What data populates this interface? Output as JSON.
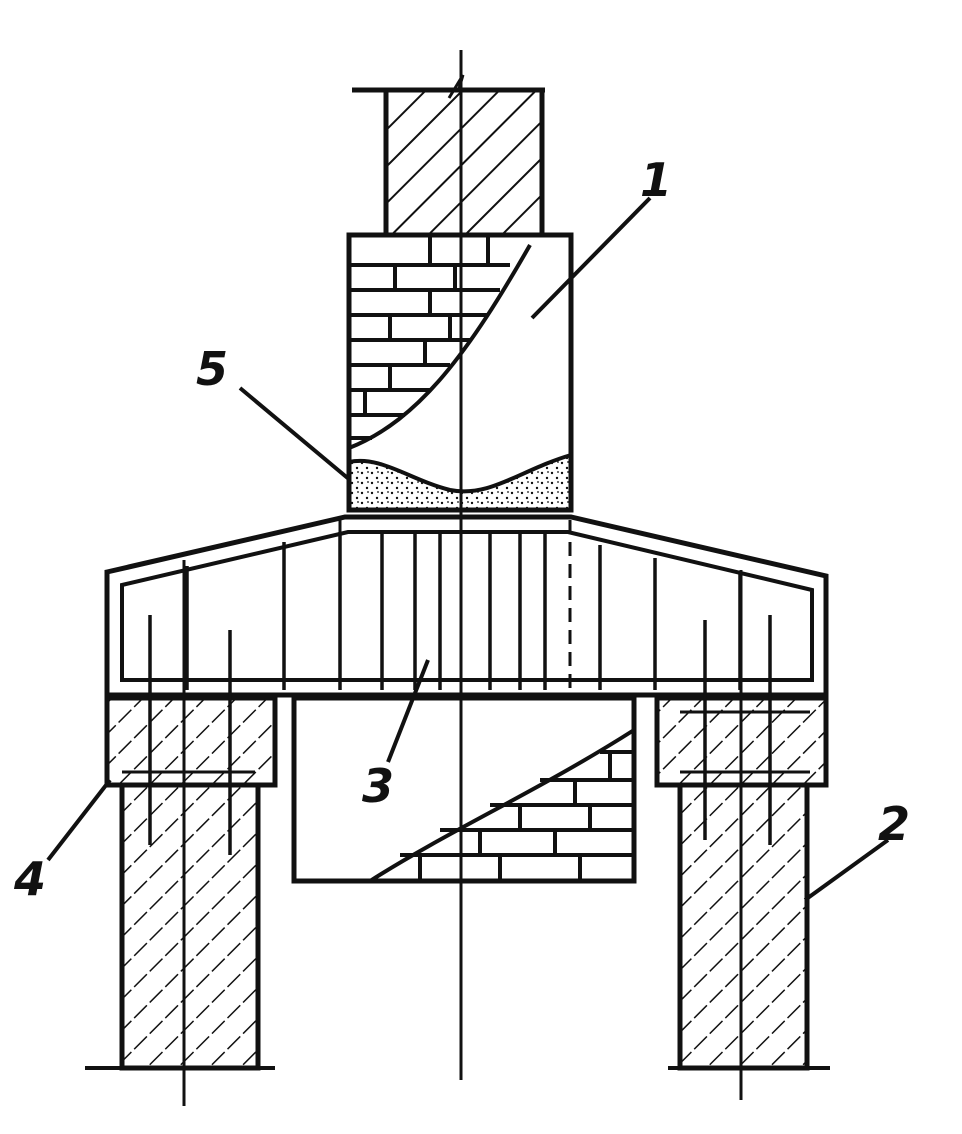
{
  "colors": {
    "ink": "#111111",
    "paper": "#ffffff"
  },
  "labels": {
    "callout_1": "1",
    "callout_2": "2",
    "callout_3": "3",
    "callout_4": "4",
    "callout_5": "5"
  }
}
